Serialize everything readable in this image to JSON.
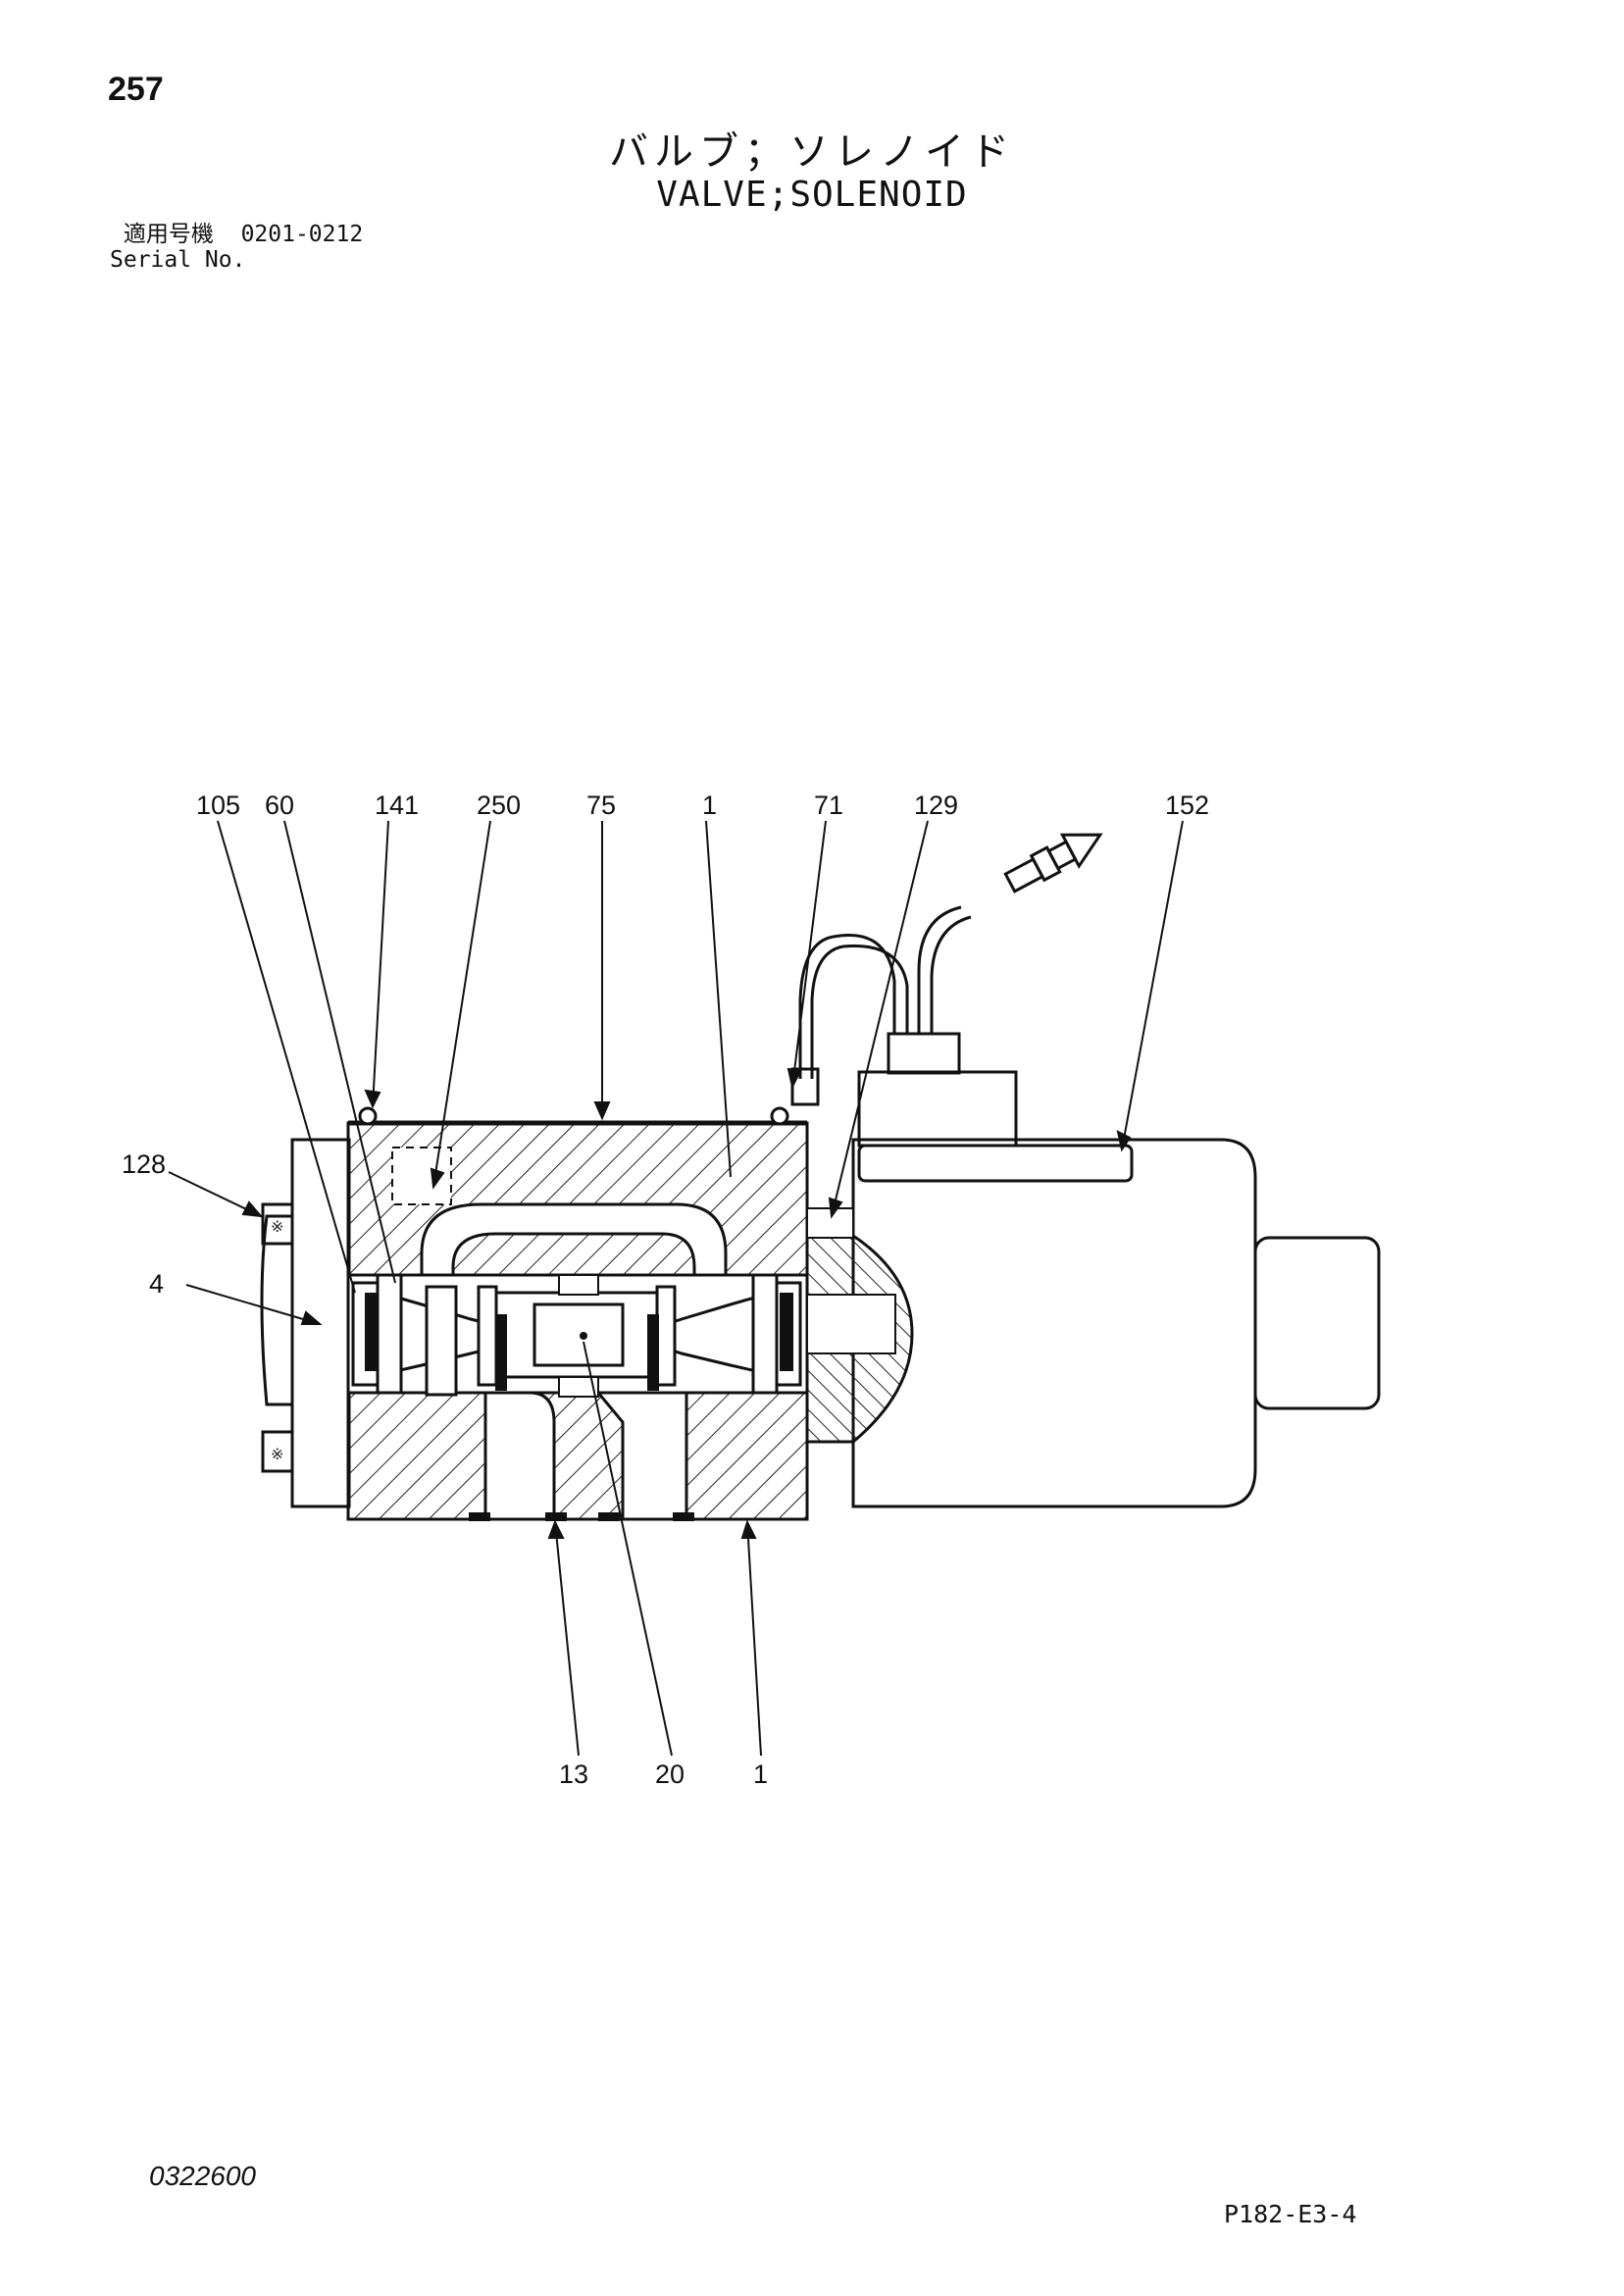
{
  "page_number": "257",
  "title_jp": "バルブ；ソレノイド",
  "title_en": "VALVE;SOLENOID",
  "serial": {
    "label_jp": "適用号機",
    "label_en": "Serial No.",
    "range": "0201-0212"
  },
  "callouts": {
    "top": [
      "105",
      "60",
      "141",
      "250",
      "75",
      "1",
      "71",
      "129",
      "152"
    ],
    "left": [
      "128",
      "4"
    ],
    "bottom": [
      "13",
      "20",
      "1"
    ]
  },
  "doc_code": "0322600",
  "page_ref": "P182-E3-4"
}
